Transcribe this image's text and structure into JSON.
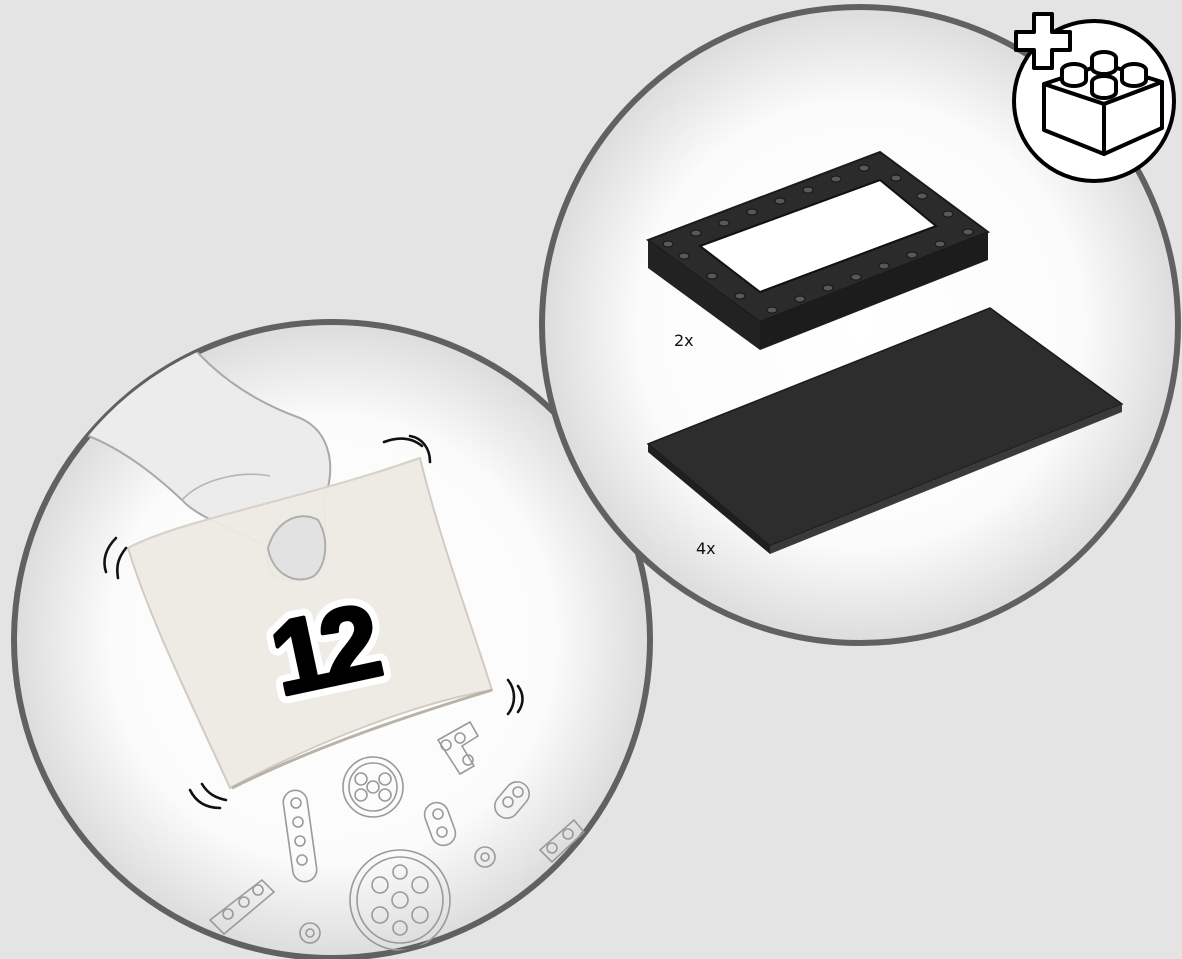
{
  "parts_callout": {
    "items": [
      {
        "part": "frame",
        "quantity": "2x"
      },
      {
        "part": "plate",
        "quantity": "4x"
      }
    ],
    "extra_parts_icon": "plus-brick-icon"
  },
  "bag_step": {
    "bag_number": "12",
    "hand_icon": "hand-icon",
    "bag_icon": "bag-icon"
  },
  "colors": {
    "background": "#e4e4e4",
    "circle_border": "#616161",
    "part_dark": "#2b2b2b",
    "bag": "#eeebe3"
  }
}
